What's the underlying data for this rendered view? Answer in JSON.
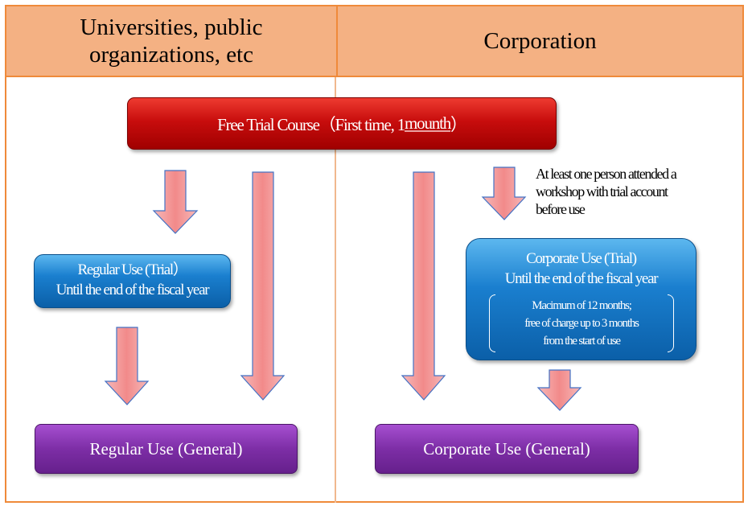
{
  "header": {
    "left_label": "Universities, public organizations, etc",
    "left_label_line1": "Universities, public",
    "left_label_line2": "organizations, etc",
    "right_label": "Corporation"
  },
  "free_trial": {
    "label_prefix": "Free Trial Course（First time, 1 ",
    "label_underlined": "mounth",
    "label_suffix": "）"
  },
  "regular_trial": {
    "line1": "Regular Use (Trial）",
    "line2": "Until the end of the fiscal year"
  },
  "corporate_trial": {
    "line1": "Corporate Use (Trial)",
    "line2": "Until the end of the fiscal year",
    "detail_line1": "Macimum of 12 months;",
    "detail_line2": "free of charge up to 3 months",
    "detail_line3": "from the start of use"
  },
  "workshop_note": {
    "line1": "At least one person attended a",
    "line2": "workshop with trial account",
    "line3": "before use"
  },
  "regular_general": {
    "label": "Regular Use (General)"
  },
  "corporate_general": {
    "label": "Corporate Use (General)"
  },
  "colors": {
    "header_fill": "#f4b183",
    "border": "#ef8a3a",
    "free_trial": "#c00000",
    "trial_blue": "#1a7fcf",
    "general_purple": "#7d2ea6",
    "arrow_fill": "#f4a0a0",
    "arrow_stroke": "#4472c4"
  }
}
